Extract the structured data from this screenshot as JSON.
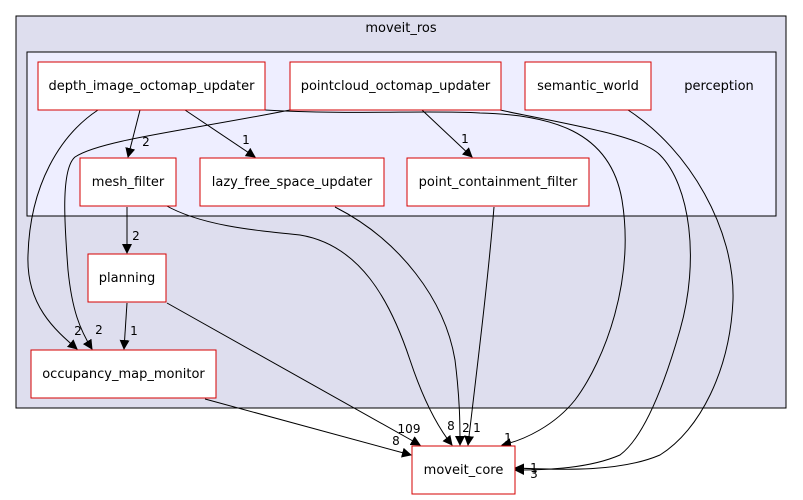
{
  "clusters": {
    "outer": {
      "label": "moveit_ros"
    },
    "inner": {
      "label": "perception"
    }
  },
  "nodes": {
    "depth_image_octomap_updater": "depth_image_octomap_updater",
    "pointcloud_octomap_updater": "pointcloud_octomap_updater",
    "semantic_world": "semantic_world",
    "mesh_filter": "mesh_filter",
    "lazy_free_space_updater": "lazy_free_space_updater",
    "point_containment_filter": "point_containment_filter",
    "planning": "planning",
    "occupancy_map_monitor": "occupancy_map_monitor",
    "moveit_core": "moveit_core"
  },
  "edge_labels": {
    "depth_to_mesh": "2",
    "depth_to_lazy": "1",
    "pc_to_containment": "1",
    "mesh_to_planning": "2",
    "planning_to_occupancy": "1",
    "depth_to_occupancy": "2",
    "pc_to_occupancy": "2",
    "occupancy_to_core": "8",
    "planning_to_core": "109",
    "mesh_to_core": "8",
    "lazy_to_core": "2",
    "containment_to_core": "1",
    "depth_to_core": "1",
    "pc_to_core": "1",
    "semantic_to_core": "3"
  },
  "colors": {
    "outer_cluster_fill": "#dedeee",
    "inner_cluster_fill": "#eeeeff",
    "node_border": "#d60000"
  }
}
